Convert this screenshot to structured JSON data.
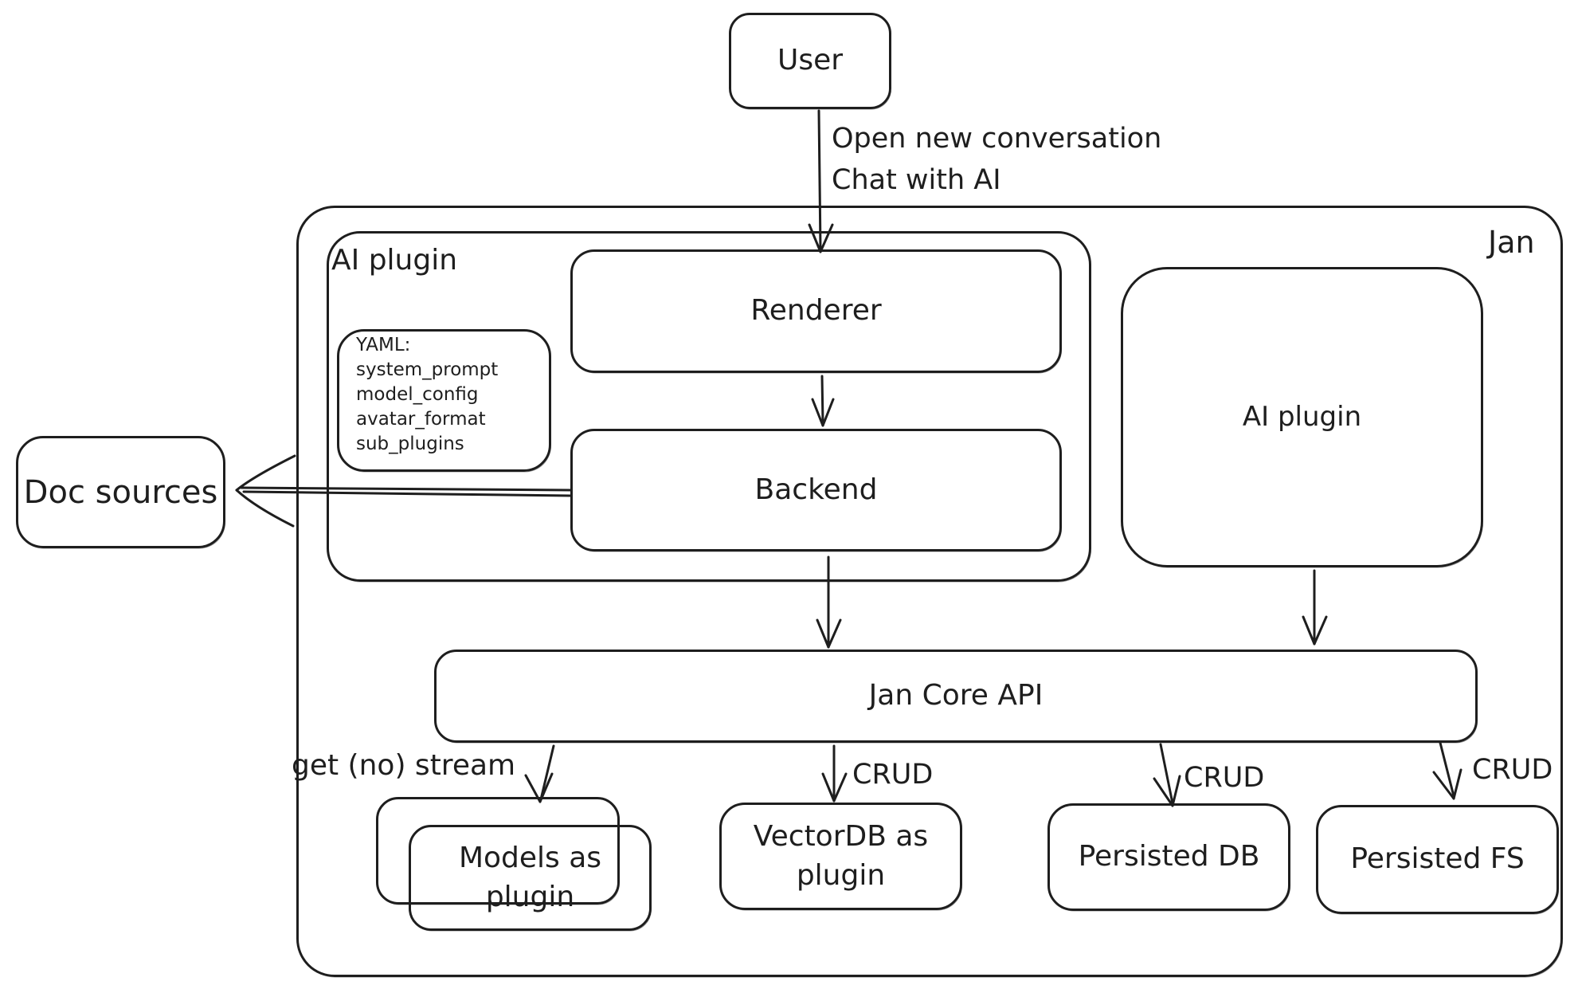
{
  "colors": {
    "stroke": "#1e1e1e",
    "background": "#ffffff"
  },
  "nodes": {
    "user": "User",
    "jan_group": "Jan",
    "ai_plugin_group": "AI plugin",
    "renderer": "Renderer",
    "yaml_note": {
      "lines": [
        "YAML:",
        "system_prompt",
        "model_config",
        "avatar_format",
        "sub_plugins"
      ]
    },
    "backend": "Backend",
    "ai_plugin_box": "AI plugin",
    "doc_sources": "Doc sources",
    "jan_core_api": "Jan Core API",
    "models_as_plugin": {
      "line1": "Models as",
      "line2": "plugin"
    },
    "vectordb": {
      "line1": "VectorDB as",
      "line2": "plugin"
    },
    "persisted_db": "Persisted DB",
    "persisted_fs": "Persisted FS"
  },
  "edges": {
    "user_to_renderer": {
      "line1": "Open new conversation",
      "line2": "Chat with AI"
    },
    "jan_core_to_models": "get (no) stream",
    "jan_core_to_vectordb": "CRUD",
    "jan_core_to_persisted_db": "CRUD",
    "jan_core_to_persisted_fs": "CRUD"
  }
}
